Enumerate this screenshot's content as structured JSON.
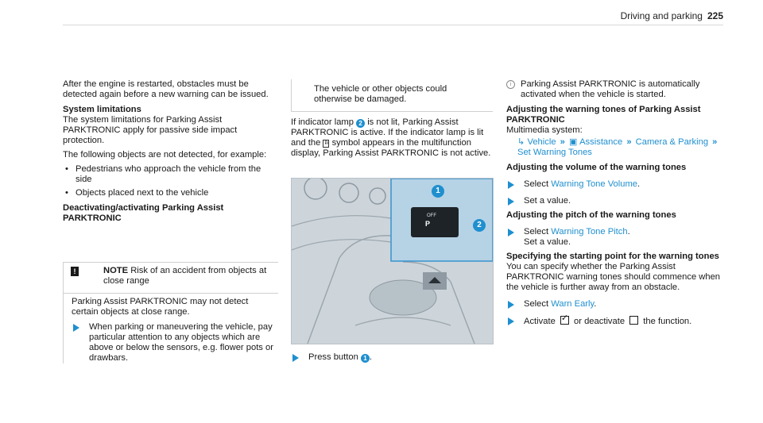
{
  "header": {
    "section": "Driving and parking",
    "page": "225"
  },
  "col1": {
    "intro": "After the engine is restarted, obstacles must be detected again before a new warning can be issued.",
    "limits_title": "System limitations",
    "limits_text": "The system limitations for Parking Assist PARKTRONIC apply for passive side impact protection.",
    "not_detected": "The following objects are not detected, for example:",
    "bullets": [
      "Pedestrians who approach the vehicle from the side",
      "Objects placed next to the vehicle"
    ],
    "deact_title": "Deactivating/activating Parking Assist PARKTRONIC",
    "note_label": "NOTE",
    "note_risk": "Risk of an accident from objects at close range",
    "note_text": "Parking Assist PARKTRONIC may not detect certain objects at close range.",
    "note_action": "When parking or maneuvering the vehicle, pay particular attention to any objects which are above or below the sensors, e.g. flower pots or drawbars."
  },
  "col2": {
    "warn_cont": "The vehicle or other objects could otherwise be damaged.",
    "lamp_text_a": "If indicator lamp",
    "lamp_text_b": "is not lit, Parking Assist PARKTRONIC is active. If the indicator lamp is lit and the",
    "lamp_text_c": "symbol appears in the multifunction display, Parking Assist PARKTRONIC is not active.",
    "figure": {
      "button_off": "OFF",
      "button_p": "P",
      "callout1": "1",
      "callout2": "2"
    },
    "press_a": "Press button",
    "press_b": "."
  },
  "col3": {
    "auto_info": "Parking Assist PARKTRONIC is automatically activated when the vehicle is started.",
    "adj_title": "Adjusting the warning tones of Parking Assist PARKTRONIC",
    "ms_label": "Multimedia system:",
    "path": [
      "Vehicle",
      "Assistance",
      "Camera & Parking",
      "Set Warning Tones"
    ],
    "vol_title": "Adjusting the volume of the warning tones",
    "select": "Select",
    "vol_item": "Warning Tone Volume",
    "set_value": "Set a value.",
    "pitch_title": "Adjusting the pitch of the warning tones",
    "pitch_item": "Warning Tone Pitch",
    "start_title": "Specifying the starting point for the warning tones",
    "start_text": "You can specify whether the Parking Assist PARKTRONIC warning tones should commence when the vehicle is further away from an obstacle.",
    "early_item": "Warn Early",
    "activate": "Activate",
    "or_deactivate": "or deactivate",
    "the_function": "the function."
  }
}
